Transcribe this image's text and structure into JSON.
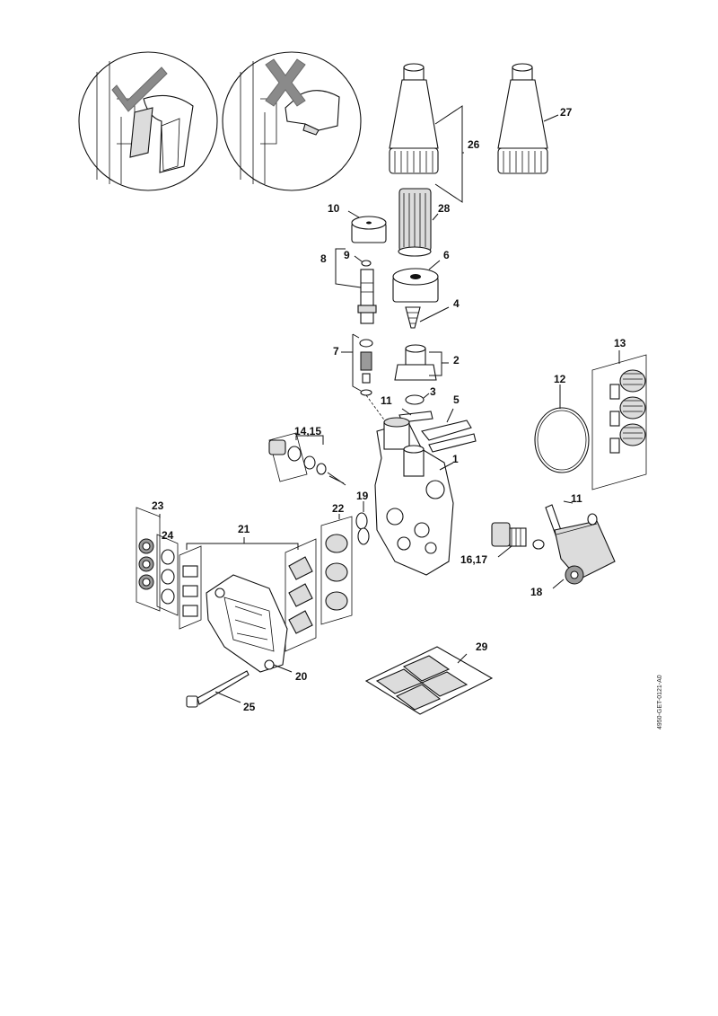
{
  "document_code": "4950-GET-0121-A0",
  "symbols": {
    "correct": "check-mark-icon",
    "incorrect": "cross-mark-icon"
  },
  "labels": {
    "p1": "1",
    "p2": "2",
    "p3": "3",
    "p4": "4",
    "p5": "5",
    "p6": "6",
    "p7": "7",
    "p8": "8",
    "p9": "9",
    "p10": "10",
    "p11a": "11",
    "p11b": "11",
    "p12": "12",
    "p13": "13",
    "p14_15": "14,15",
    "p16_17": "16,17",
    "p18": "18",
    "p19": "19",
    "p20": "20",
    "p21": "21",
    "p22": "22",
    "p23": "23",
    "p24": "24",
    "p25": "25",
    "p26": "26",
    "p27": "27",
    "p28": "28",
    "p29": "29"
  }
}
